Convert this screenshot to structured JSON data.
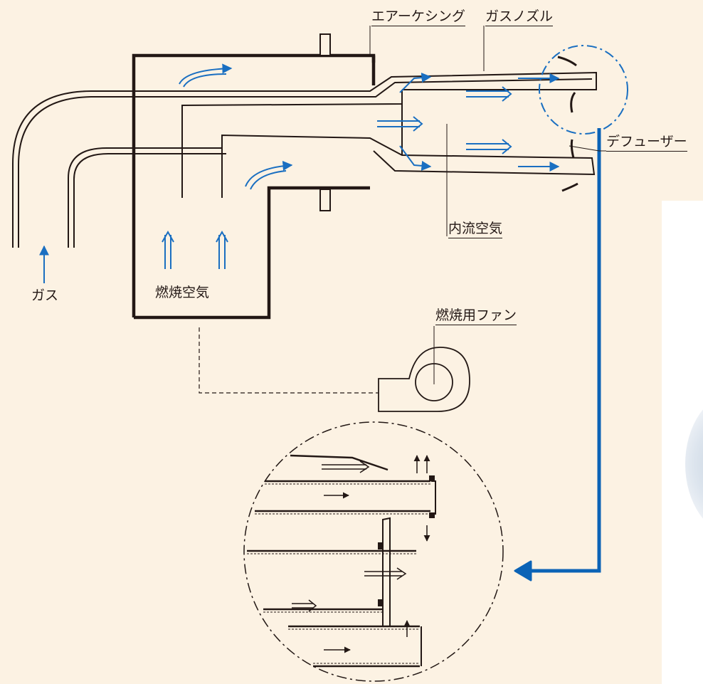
{
  "labels": {
    "air_casing": "エアーケシング",
    "gas_nozzle": "ガスノズル",
    "diffuser": "デフューザー",
    "inner_air": "内流空気",
    "gas": "ガス",
    "combustion_air": "燃焼空気",
    "combustion_fan": "燃焼用ファン"
  },
  "colors": {
    "background": "#fcf2e3",
    "line": "#231815",
    "flow_arrow": "#1a6fc1",
    "leader_arrow": "#0b63b6"
  }
}
